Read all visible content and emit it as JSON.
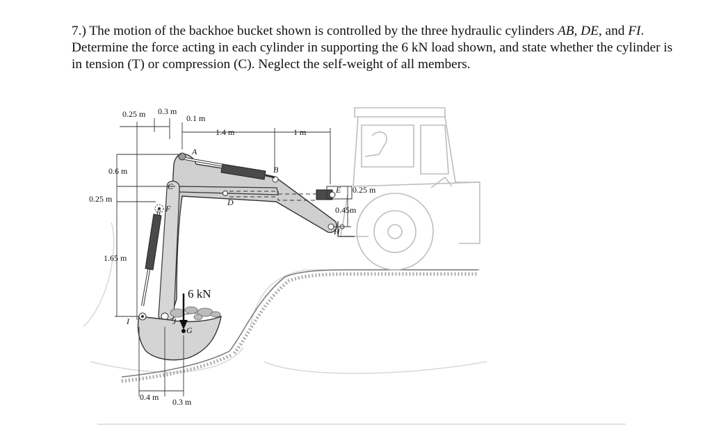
{
  "problem": {
    "number": "7.)",
    "intro": "The motion of the backhoe bucket shown is controlled by the three hydraulic cylinders ",
    "cyl_ab": "AB",
    "sep1": ", ",
    "cyl_de": "DE",
    "sep2": ", and ",
    "cyl_fi": "FI",
    "middle": ". Determine the force acting in each cylinder in supporting the 6 kN load shown, and state whether the cylinder is in tension (T) or compression (C). Neglect the self-weight of all members."
  },
  "figure": {
    "dimensions": {
      "d_025_top": "0.25 m",
      "d_03_top": "0.3 m",
      "d_01_top": "0.1 m",
      "d_14": "1.4 m",
      "d_1": "1 m",
      "d_06_left": "0.6 m",
      "d_025_left": "0.25 m",
      "d_165_left": "1.65 m",
      "d_025_right": "0.25 m",
      "d_045_right": "0.45m",
      "d_04_bottom": "0.4 m",
      "d_03_bottom": "0.3 m"
    },
    "points": {
      "A": "A",
      "B": "B",
      "C": "C",
      "D": "D",
      "E": "E",
      "F": "F",
      "G": "G",
      "H": "H",
      "I": "I",
      "J": "J"
    },
    "load_label": "6 kN",
    "colors": {
      "member_fill": "#cfcfcf",
      "member_stroke": "#333333",
      "cylinder_dark": "#4a4a4a",
      "ground_faint": "#d8d8d8",
      "tractor_line": "#bdbdbd"
    }
  }
}
